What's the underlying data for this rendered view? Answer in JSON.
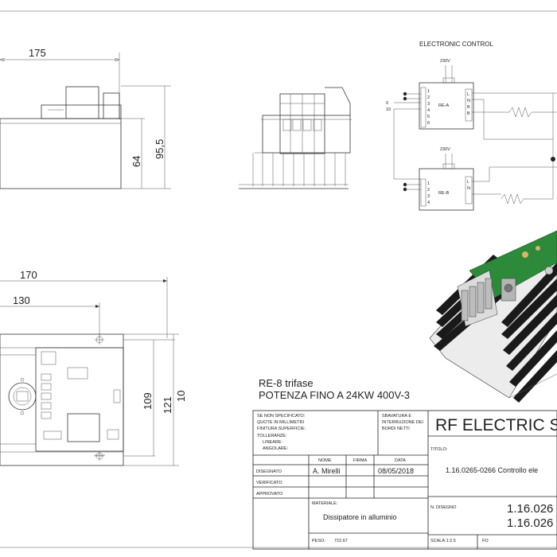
{
  "dimensions": {
    "top_width": "175",
    "top_height_inner": "64",
    "top_height_outer": "95,5",
    "plan_width_outer": "170",
    "plan_width_inner": "130",
    "plan_height_inner": "109",
    "plan_height_outer": "121",
    "plan_height_extra": "10"
  },
  "schematic": {
    "title": "ELECTRONIC CONTROL",
    "unit_a": {
      "voltage": "230V",
      "name": "RE-A",
      "pins": [
        "1",
        "2",
        "3",
        "4",
        "5",
        "6"
      ],
      "left_pins": [
        "0",
        "10"
      ]
    },
    "unit_b": {
      "voltage": "230V",
      "name": "RE-B",
      "pins": [
        "1",
        "2",
        "3",
        "4"
      ]
    },
    "side_letters": [
      "L",
      "N",
      "B",
      "B",
      "L",
      "N"
    ]
  },
  "product": {
    "line1": "RE-8 trifase",
    "line2": "POTENZA FINO A 24KW 400V-3"
  },
  "title_block": {
    "spec_lines": [
      "SE NON SPECIFICATO:",
      "QUOTE IN MILLIMETRI",
      "FINITURA SUPERFICIE:",
      "TOLLERANZE:",
      "LINEARE:",
      "ANGOLARE:"
    ],
    "deburr_lines": [
      "SBAVATURA E",
      "INTERRUZIONE DEI",
      "BORDI NETTI"
    ],
    "company": "RF ELECTRIC Sr",
    "col_nome": "NOME",
    "col_firma": "FIRMA",
    "col_data": "DATA",
    "row_disegnato": "DISEGNATO",
    "row_verificato": "VERIFICATO",
    "row_approvato": "APPROVATO",
    "designer": "A. Mirelli",
    "date": "08/05/2018",
    "titolo_label": "TITOLO:",
    "titolo_value": "1.16.0265-0266 Controllo ele",
    "materiale_label": "MATERIALE:",
    "materiale_value": "Dissipatore in alluminio",
    "n_disegno_label": "N. DISEGNO",
    "n_disegno_1": "1.16.026",
    "n_disegno_2": "1.16.026",
    "peso_label": "PESO:",
    "peso_value": "722.67",
    "scala_label": "SCALA:1:2.5",
    "foglio_label": "FO"
  }
}
